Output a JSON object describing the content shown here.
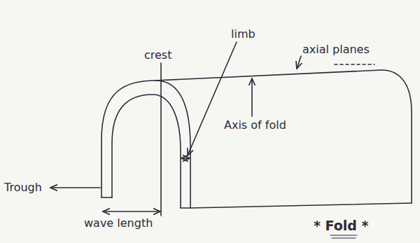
{
  "diagram": {
    "caption": "* Fold *",
    "labels": [
      "crest",
      "limb",
      "axial planes",
      "Axis of fold",
      "Trough",
      "wave length"
    ]
  }
}
